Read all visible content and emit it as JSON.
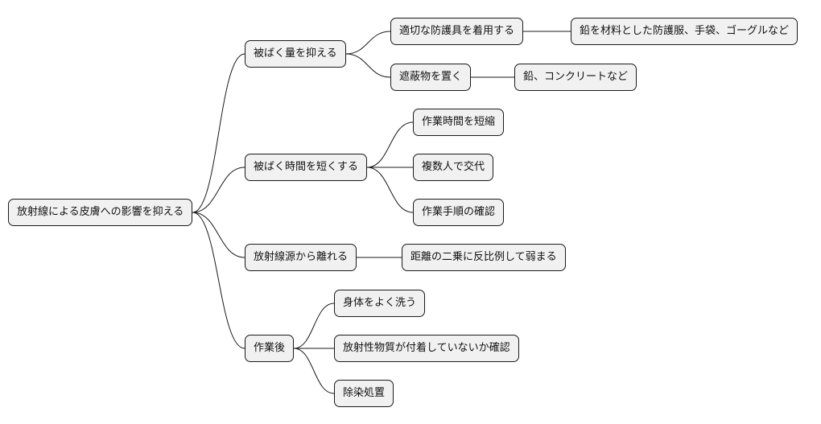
{
  "mindmap": {
    "root": {
      "label": "放射線による皮膚への影響を抑える"
    },
    "branches": [
      {
        "label": "被ばく量を抑える",
        "children": [
          {
            "label": "適切な防護具を着用する",
            "children": [
              {
                "label": "鉛を材料とした防護服、手袋、ゴーグルなど"
              }
            ]
          },
          {
            "label": "遮蔽物を置く",
            "children": [
              {
                "label": "鉛、コンクリートなど"
              }
            ]
          }
        ]
      },
      {
        "label": "被ばく時間を短くする",
        "children": [
          {
            "label": "作業時間を短縮"
          },
          {
            "label": "複数人で交代"
          },
          {
            "label": "作業手順の確認"
          }
        ]
      },
      {
        "label": "放射線源から離れる",
        "children": [
          {
            "label": "距離の二乗に反比例して弱まる"
          }
        ]
      },
      {
        "label": "作業後",
        "children": [
          {
            "label": "身体をよく洗う"
          },
          {
            "label": "放射性物質が付着していないか確認"
          },
          {
            "label": "除染処置"
          }
        ]
      }
    ]
  },
  "colors": {
    "node_fill": "#f1f1f1",
    "node_border": "#1a1a1a",
    "edge": "#1a1a1a",
    "text": "#111111"
  }
}
